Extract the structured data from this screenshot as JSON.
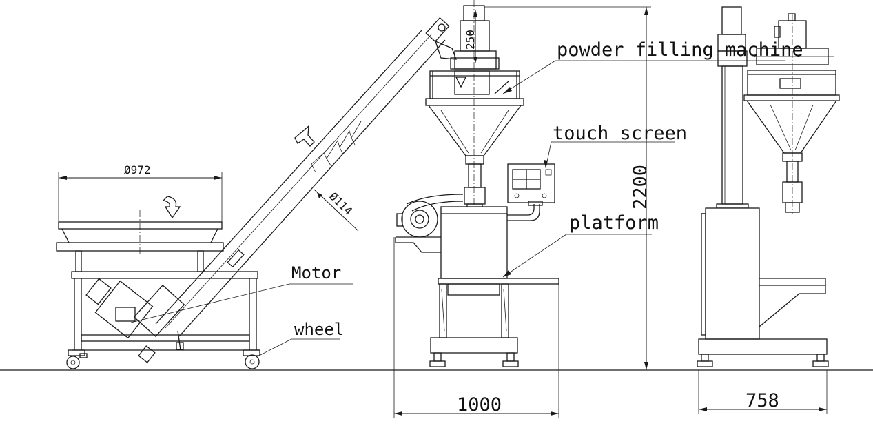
{
  "labels": {
    "powder_filling_machine": "powder filling machine",
    "touch_screen": "touch screen",
    "platform": "platform",
    "motor": "Motor",
    "wheel": "wheel"
  },
  "dimensions": {
    "hopper_diameter": "Ø972",
    "tube_diameter": "Ø114",
    "motor_height": "250",
    "overall_height": "2200",
    "machine_width": "1000",
    "machine_depth": "758"
  }
}
